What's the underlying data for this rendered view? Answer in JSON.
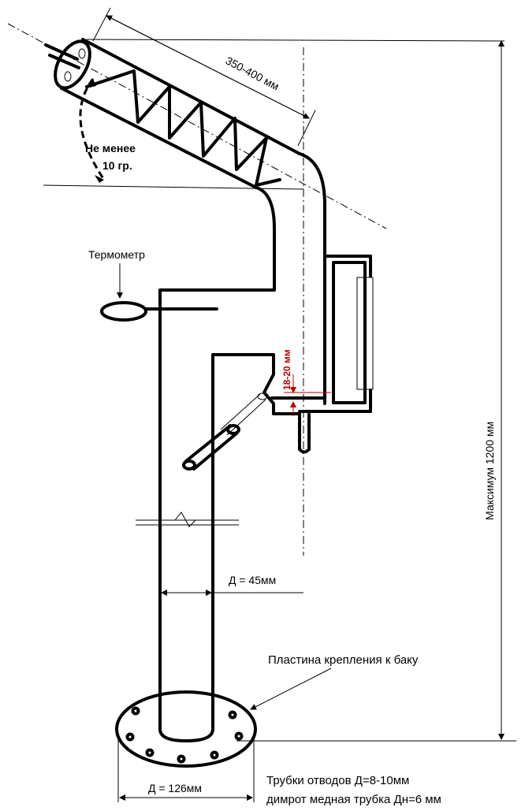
{
  "labels": {
    "dim_length": "350-400 мм",
    "angle_line1": "Не менее",
    "angle_line2": "10 гр.",
    "thermometer": "Термометр",
    "dim_gap": "18-20 мм",
    "dim_height": "Максимум 1200 мм",
    "dim_pipe": "Д  = 45мм",
    "plate": "Пластина крепления к  баку",
    "dim_plate": "Д  = 126мм",
    "note_line1": "Трубки отводов Д=8-10мм",
    "note_line2": "димрот медная трубка Дн=6 мм"
  },
  "colors": {
    "line": "#000000",
    "accent": "#c00000"
  }
}
